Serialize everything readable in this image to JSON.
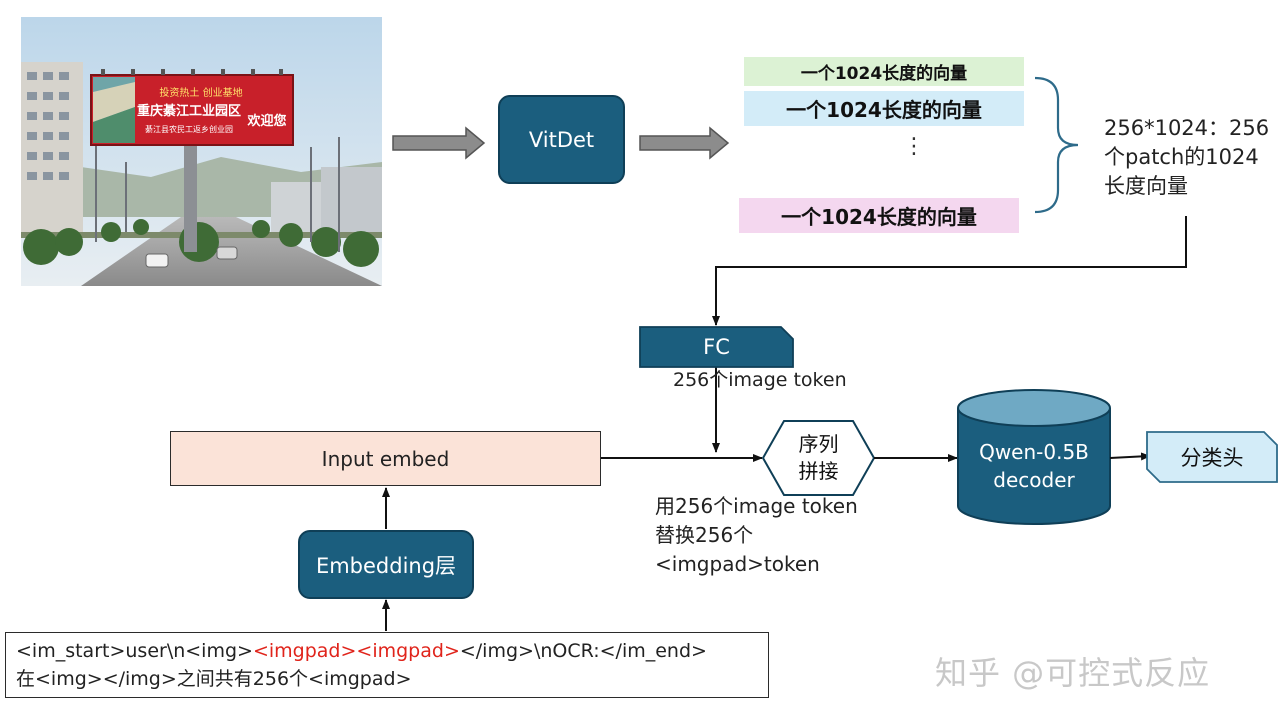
{
  "vitdet_label": "VitDet",
  "vectors": {
    "v1": "一个1024长度的向量",
    "v2": "一个1024长度的向量",
    "ellipsis": "⋮",
    "v3": "一个1024长度的向量"
  },
  "brace_note": [
    "256*1024：256",
    "个patch的1024",
    "长度向量"
  ],
  "fc_label": "FC",
  "image_token_note": "256个image token",
  "input_embed_label": "Input embed",
  "concat_label": [
    "序列",
    "拼接"
  ],
  "qwen_label": [
    "Qwen-0.5B",
    "decoder"
  ],
  "cls_head_label": "分类头",
  "replace_note": [
    "用256个image token",
    "替换256个",
    "<imgpad>token"
  ],
  "embedding_label": "Embedding层",
  "prompt": {
    "p1": "<im_start>user\\n<img>",
    "pad1": "<imgpad>",
    "pad2": "<imgpad>",
    "p2": "</img>\\nOCR:</im_end>",
    "line2": "在<img></img>之间共有256个<imgpad>"
  },
  "billboard": {
    "slogan": "投资热土 创业基地",
    "line1": "重庆綦江工业园区",
    "line2": "綦江县农民工返乡创业园",
    "welcome": "欢迎您"
  },
  "watermark": "知乎 @可控式反应",
  "colors": {
    "teal": "#1b5e7e",
    "vec_green": "#dcf2d4",
    "vec_blue": "#d3ecf8",
    "vec_pink": "#f4d7ef",
    "input_embed": "#fbe3d8",
    "cls_head": "#d3ecf8",
    "highlight_red": "#e0241b"
  }
}
